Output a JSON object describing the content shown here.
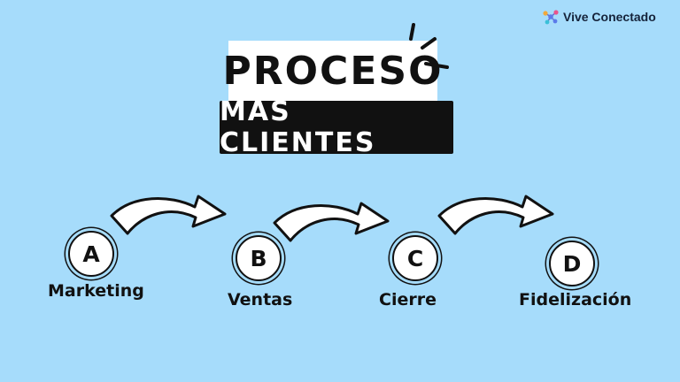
{
  "brand": {
    "name": "Vive Conectado",
    "logo_icon": "network-nodes-icon"
  },
  "title": "PROCESO",
  "subtitle": "MÁS CLIENTES",
  "steps": [
    {
      "letter": "A",
      "label": "Marketing"
    },
    {
      "letter": "B",
      "label": "Ventas"
    },
    {
      "letter": "C",
      "label": "Cierre"
    },
    {
      "letter": "D",
      "label": "Fidelización"
    }
  ],
  "colors": {
    "background": "#a6dcfb",
    "ink": "#111111",
    "card": "#ffffff",
    "logo_accents": [
      "#f2a93b",
      "#e8548c",
      "#5b7bea",
      "#39c0d8"
    ]
  }
}
